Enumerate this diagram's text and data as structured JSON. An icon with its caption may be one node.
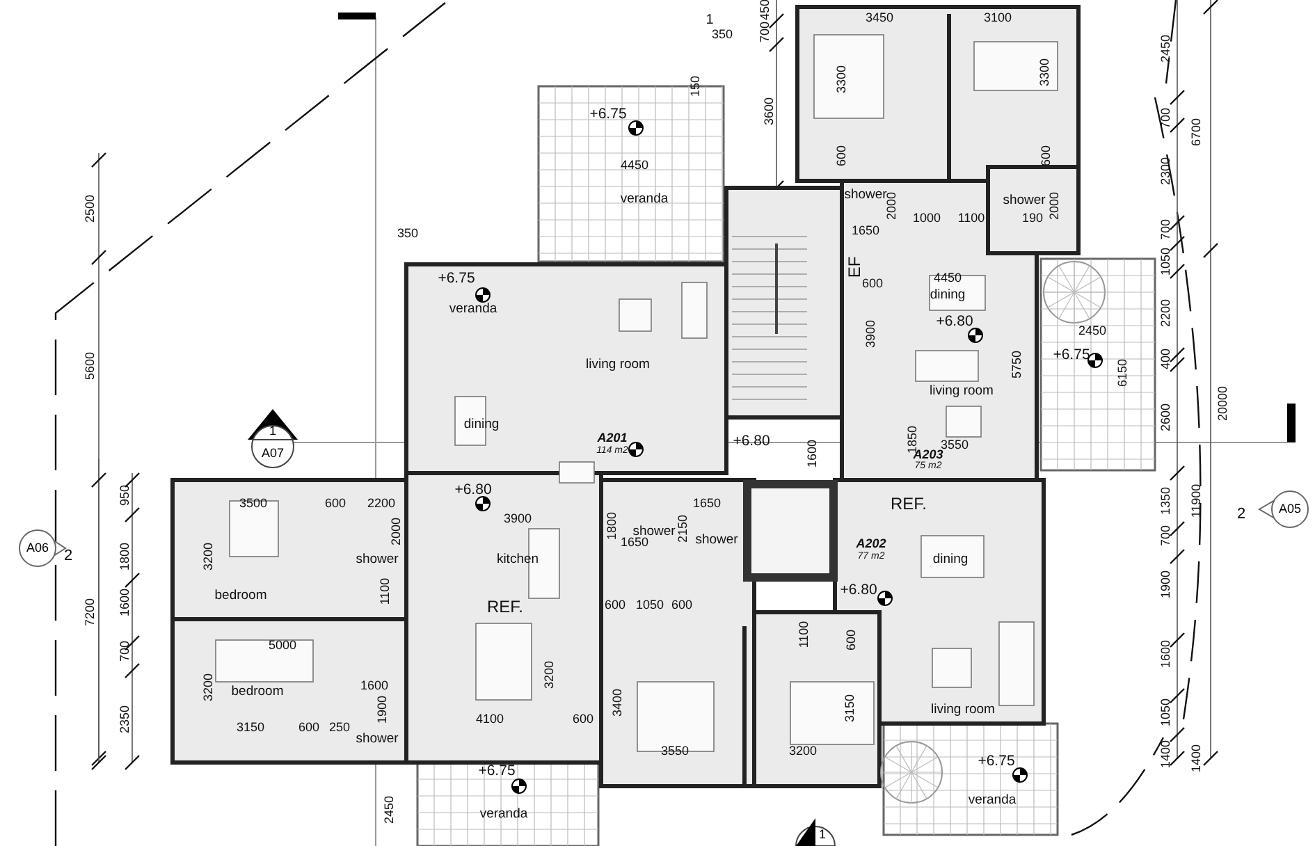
{
  "diagram": {
    "nodes": [
      {
        "text": [
          "1",
          "A07"
        ]
      },
      {
        "text": [
          "A06"
        ],
        "beside": [
          "2"
        ]
      },
      {
        "text": [
          "A05"
        ],
        "beside": [
          "2"
        ]
      },
      {
        "text": [
          "1"
        ]
      }
    ],
    "labels": [
      "1",
      "450",
      "700",
      "3450",
      "3100",
      "350",
      "2450",
      "3300",
      "3300",
      "150",
      "3600",
      "+6.75",
      "700",
      "6700",
      "600",
      "600",
      "4450",
      "2300",
      "2500",
      "shower",
      "veranda",
      "2000",
      "shower",
      "2000",
      "1650",
      "1000",
      "1100",
      "190",
      "700",
      "350",
      "EF",
      "1050",
      "+6.75",
      "600",
      "4450",
      "dining",
      "veranda",
      "2200",
      "+6.80",
      "2450",
      "3900",
      "+6.75",
      "400",
      "5750",
      "living room",
      "5600",
      "6150",
      "living room",
      "2600",
      "20000",
      "dining",
      "A201",
      "114 m2",
      "+6.80",
      "1850",
      "3550",
      "1600",
      "A203",
      "75 m2",
      "+6.80",
      "950",
      "3500",
      "600",
      "2200",
      "1650",
      "REF.",
      "1350",
      "11900",
      "2000",
      "3900",
      "1800",
      "1650",
      "shower",
      "2150",
      "shower",
      "700",
      "A202",
      "77 m2",
      "1800",
      "3200",
      "shower",
      "kitchen",
      "dining",
      "1900",
      "+6.80",
      "1100",
      "bedroom",
      "1600",
      "1100",
      "REF.",
      "600",
      "1050",
      "600",
      "7200",
      "600",
      "5000",
      "700",
      "1600",
      "3200",
      "bedroom",
      "1600",
      "1900",
      "3200",
      "3400",
      "3150",
      "living room",
      "1050",
      "4100",
      "600",
      "2350",
      "3150",
      "600",
      "250",
      "shower",
      "3550",
      "3200",
      "1400",
      "1400",
      "+6.75",
      "+6.75",
      "veranda",
      "2450",
      "veranda"
    ]
  }
}
